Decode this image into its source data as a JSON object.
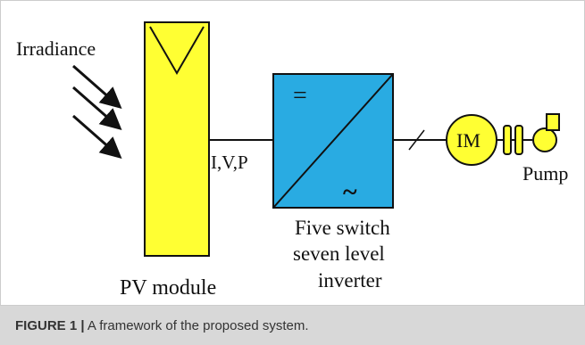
{
  "diagram": {
    "irradiance_label": "Irradiance",
    "pv_module_label": "PV module",
    "signal_label": "I,V,P",
    "inverter_symbol_dc": "=",
    "inverter_symbol_ac": "~",
    "inverter_label_lines": [
      "Five switch",
      "seven level",
      "inverter"
    ],
    "motor_label": "IM",
    "pump_label": "Pump"
  },
  "colors": {
    "pv_fill": "#ffff33",
    "inverter_fill": "#29abe2",
    "motor_fill": "#ffff33",
    "frame_border": "#cccccc",
    "caption_bar": "#d8d8d8"
  },
  "caption": {
    "label": "FIGURE 1 |",
    "text": "A framework of the proposed system."
  }
}
